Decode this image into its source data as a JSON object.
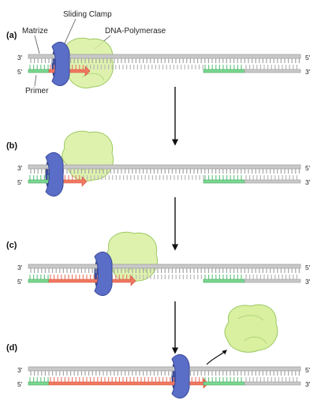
{
  "labels": {
    "template": "Matrize",
    "clamp": "Sliding Clamp",
    "polymerase": "DNA-Polymerase",
    "primer": "Primer"
  },
  "strand_ends": {
    "top_left": "3'",
    "top_right": "5'",
    "bottom_left": "5'",
    "bottom_right": "3'"
  },
  "panels": [
    {
      "label": "(a)",
      "stage": "clamp and polymerase bind primer"
    },
    {
      "label": "(b)",
      "stage": "synthesis begins"
    },
    {
      "label": "(c)",
      "stage": "synthesis continues"
    },
    {
      "label": "(d)",
      "stage": "polymerase released"
    }
  ],
  "colors": {
    "template_strand": "#c8c8c8",
    "new_strand": "#f07860",
    "primer": "#78d890",
    "clamp": "#5a6ec8",
    "polymerase": "#d8f0a0"
  }
}
